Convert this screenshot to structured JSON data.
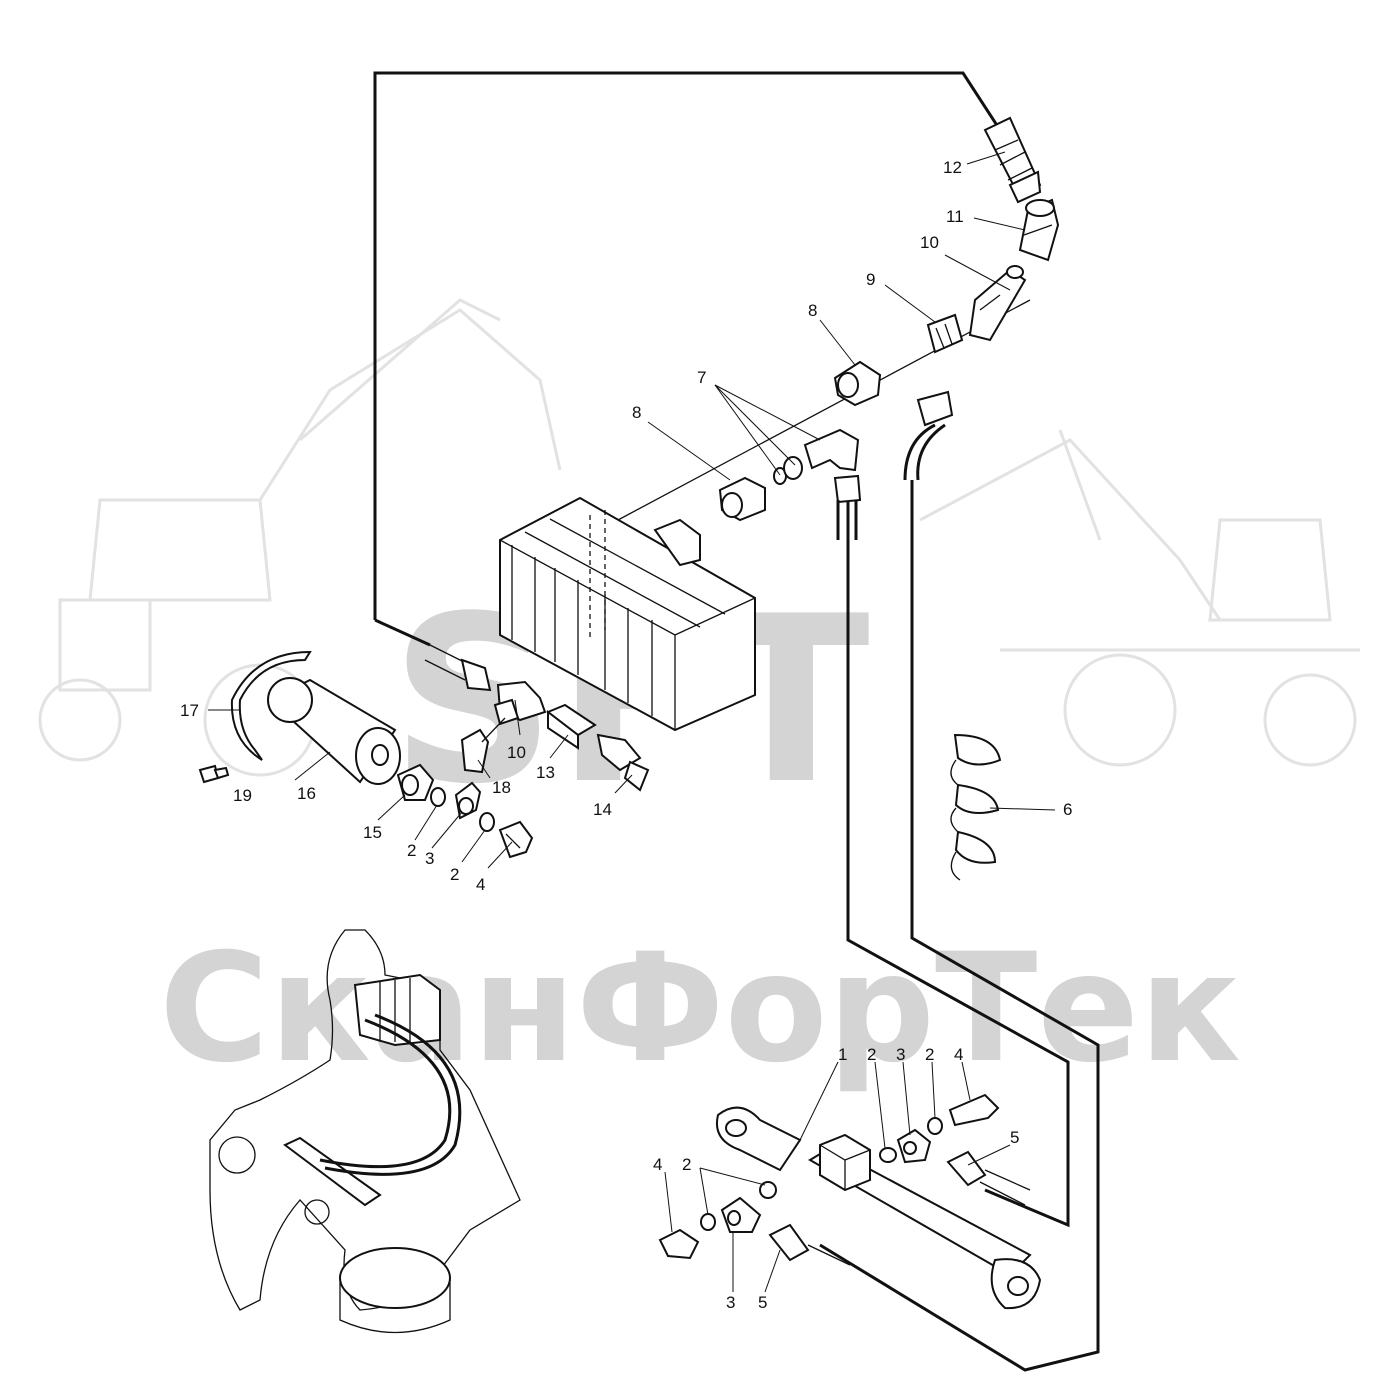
{
  "colors": {
    "ink": "#111111",
    "watermark": "#d4d4d4",
    "background": "#ffffff"
  },
  "watermark": {
    "logo": "SFT",
    "brand": "СканФорТек"
  },
  "callouts": {
    "c1": "1",
    "c2a": "2",
    "c2b": "2",
    "c2c": "2",
    "c2d": "2",
    "c2e": "2",
    "c3a": "3",
    "c3b": "3",
    "c3c": "3",
    "c4a": "4",
    "c4b": "4",
    "c4c": "4",
    "c5a": "5",
    "c5b": "5",
    "c6": "6",
    "c7": "7",
    "c8a": "8",
    "c8b": "8",
    "c9": "9",
    "c10a": "10",
    "c10b": "10",
    "c11": "11",
    "c12": "12",
    "c13": "13",
    "c14": "14",
    "c15": "15",
    "c16": "16",
    "c17": "17",
    "c18": "18",
    "c19": "19"
  }
}
